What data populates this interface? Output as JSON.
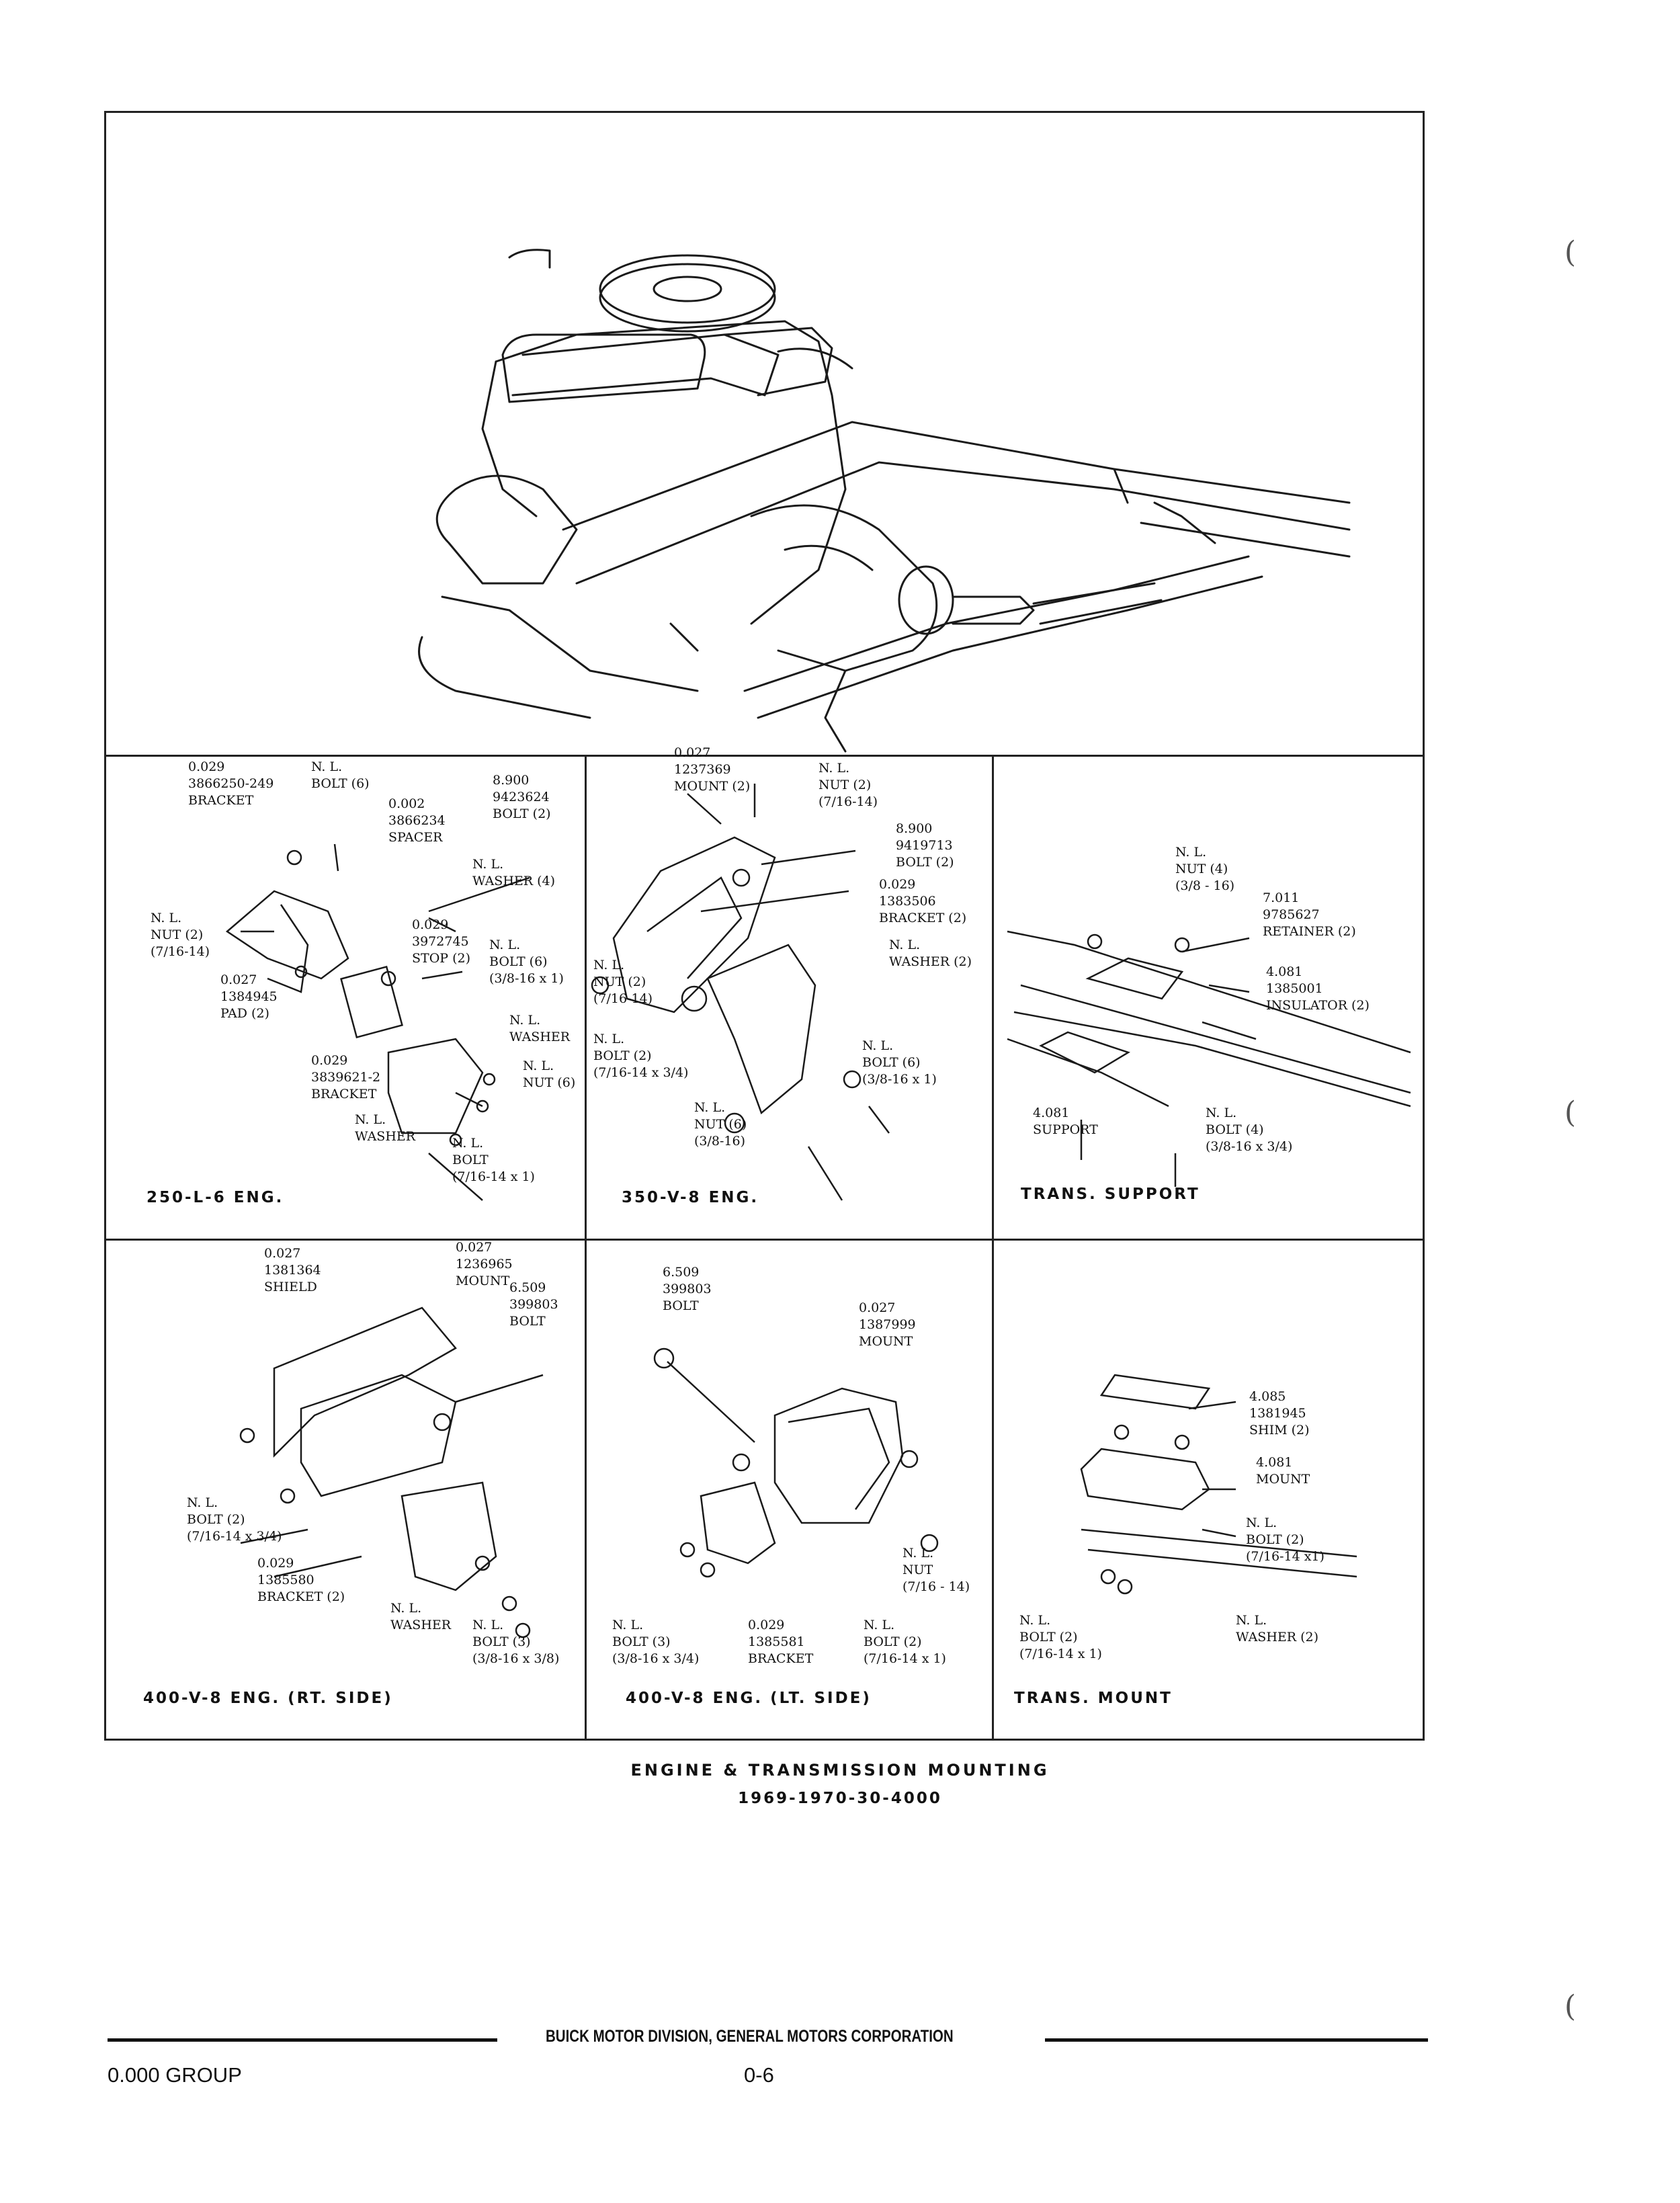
{
  "panels": {
    "p250": {
      "title": "250-L-6 ENG.",
      "labels": [
        [
          "0.029",
          "3866250-249",
          "BRACKET"
        ],
        [
          "N. L.",
          "BOLT (6)"
        ],
        [
          "8.900",
          "9423624",
          "BOLT (2)"
        ],
        [
          "0.002",
          "3866234",
          "SPACER"
        ],
        [
          "N. L.",
          "WASHER (4)"
        ],
        [
          "N. L.",
          "NUT (2)",
          "(7/16-14)"
        ],
        [
          "0.029",
          "3972745",
          "STOP (2)"
        ],
        [
          "N. L.",
          "BOLT (6)",
          "(3/8-16 x 1)"
        ],
        [
          "0.027",
          "1384945",
          "PAD (2)"
        ],
        [
          "N. L.",
          "WASHER"
        ],
        [
          "0.029",
          "3839621-2",
          "BRACKET"
        ],
        [
          "N. L.",
          "NUT (6)"
        ],
        [
          "N. L.",
          "WASHER"
        ],
        [
          "N. L.",
          "BOLT",
          "(7/16-14 x 1)"
        ]
      ]
    },
    "p350": {
      "title": "350-V-8 ENG.",
      "labels": [
        [
          "0.027",
          "1237369",
          "MOUNT (2)"
        ],
        [
          "N. L.",
          "NUT (2)",
          "(7/16-14)"
        ],
        [
          "8.900",
          "9419713",
          "BOLT (2)"
        ],
        [
          "0.029",
          "1383506",
          "BRACKET (2)"
        ],
        [
          "N. L.",
          "WASHER (2)"
        ],
        [
          "N. L.",
          "NUT (2)",
          "(7/16-14)"
        ],
        [
          "N. L.",
          "BOLT (2)",
          "(7/16-14 x 3/4)"
        ],
        [
          "N. L.",
          "BOLT (6)",
          "(3/8-16 x 1)"
        ],
        [
          "N. L.",
          "NUT (6)",
          "(3/8-16)"
        ]
      ]
    },
    "ptsupport": {
      "title": "TRANS. SUPPORT",
      "labels": [
        [
          "N. L.",
          "NUT (4)",
          "(3/8 - 16)"
        ],
        [
          "7.011",
          "9785627",
          "RETAINER (2)"
        ],
        [
          "4.081",
          "1385001",
          "INSULATOR (2)"
        ],
        [
          "4.081",
          "SUPPORT"
        ],
        [
          "N. L.",
          "BOLT (4)",
          "(3/8-16 x 3/4)"
        ]
      ]
    },
    "p400rt": {
      "title": "400-V-8 ENG. (RT. SIDE)",
      "labels": [
        [
          "0.027",
          "1381364",
          "SHIELD"
        ],
        [
          "0.027",
          "1236965",
          "MOUNT"
        ],
        [
          "6.509",
          "399803",
          "BOLT"
        ],
        [
          "N. L.",
          "BOLT (2)",
          "(7/16-14 x 3/4)"
        ],
        [
          "0.029",
          "1385580",
          "BRACKET (2)"
        ],
        [
          "N. L.",
          "WASHER"
        ],
        [
          "N. L.",
          "BOLT (3)",
          "(3/8-16 x 3/8)"
        ]
      ]
    },
    "p400lt": {
      "title": "400-V-8 ENG. (LT. SIDE)",
      "labels": [
        [
          "6.509",
          "399803",
          "BOLT"
        ],
        [
          "0.027",
          "1387999",
          "MOUNT"
        ],
        [
          "N. L.",
          "NUT",
          "(7/16 - 14)"
        ],
        [
          "N. L.",
          "BOLT (3)",
          "(3/8-16 x 3/4)"
        ],
        [
          "0.029",
          "1385581",
          "BRACKET"
        ],
        [
          "N. L.",
          "BOLT (2)",
          "(7/16-14 x 1)"
        ]
      ]
    },
    "ptmount": {
      "title": "TRANS. MOUNT",
      "labels": [
        [
          "4.085",
          "1381945",
          "SHIM (2)"
        ],
        [
          "4.081",
          "MOUNT"
        ],
        [
          "N. L.",
          "BOLT (2)",
          "(7/16-14 x1)"
        ],
        [
          "N. L.",
          "BOLT (2)",
          "(7/16-14 x 1)"
        ],
        [
          "N. L.",
          "WASHER (2)"
        ]
      ]
    }
  },
  "caption": {
    "title": "ENGINE & TRANSMISSION MOUNTING",
    "code": "1969-1970-30-4000"
  },
  "footer": {
    "division": "BUICK MOTOR DIVISION, GENERAL MOTORS CORPORATION",
    "group": "0.000 GROUP",
    "page": "0-6"
  }
}
